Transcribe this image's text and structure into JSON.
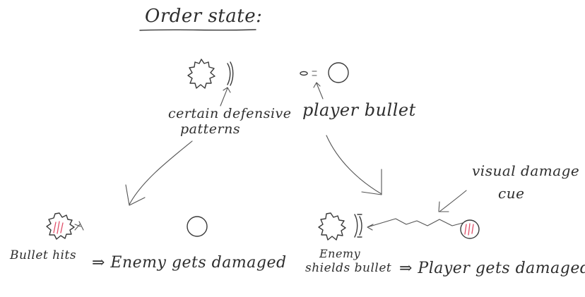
{
  "title": "Order state:",
  "labels": {
    "defensive_line1": "certain defensive",
    "defensive_line2": "patterns",
    "player_bullet": "player bullet",
    "visual_line1": "visual damage",
    "visual_line2": "cue",
    "bullet_hits": "Bullet hits",
    "enemy_damaged": "⇒ Enemy gets damaged",
    "enemy": "Enemy",
    "shields_bullet": "shields bullet",
    "player_damaged": "⇒ Player gets damaged"
  }
}
